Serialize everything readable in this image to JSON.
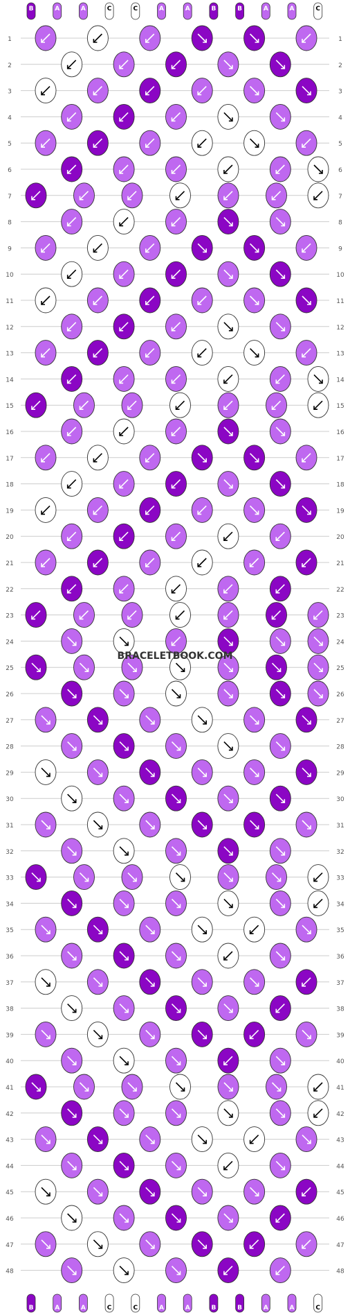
{
  "colors": {
    "A": "#bf68f0",
    "B": "#8b06c4",
    "C": "#ffffff",
    "outline": "#333333",
    "grid": "#cccccc"
  },
  "watermark": "BRACELETBOOK.COM",
  "strands_top": [
    "B",
    "A",
    "A",
    "C",
    "C",
    "A",
    "A",
    "B",
    "B",
    "A",
    "A",
    "C"
  ],
  "strands_bottom": [
    "B",
    "A",
    "A",
    "C",
    "C",
    "A",
    "A",
    "B",
    "B",
    "A",
    "A",
    "C"
  ],
  "row_numbers": [
    "1",
    "2",
    "3",
    "4",
    "5",
    "6",
    "7",
    "8",
    "9",
    "10",
    "11",
    "12",
    "13",
    "14",
    "15",
    "16",
    "17",
    "18",
    "19",
    "20",
    "21",
    "22",
    "23",
    "24",
    "25",
    "26",
    "27",
    "28",
    "29",
    "30",
    "31",
    "32",
    "33",
    "34",
    "35",
    "36",
    "37",
    "38",
    "39",
    "40",
    "41",
    "42",
    "43",
    "44",
    "45",
    "46",
    "47",
    "48"
  ],
  "knots": [
    [
      "A-sw",
      "C-sw",
      "A-sw",
      "B-se",
      "B-se",
      "A-sw"
    ],
    [
      "C-sw",
      "A-sw",
      "B-sw",
      "A-se",
      "B-se"
    ],
    [
      "C-sw",
      "A-sw",
      "B-sw",
      "A-sw",
      "A-se",
      "B-se"
    ],
    [
      "A-sw",
      "B-sw",
      "A-sw",
      "C-se",
      "A-se"
    ],
    [
      "A-sw",
      "B-sw",
      "A-sw",
      "C-sw",
      "C-se",
      "A-sw"
    ],
    [
      "B-sw",
      "A-sw",
      "A-sw",
      "C-sw",
      "A-sw",
      "C-se"
    ],
    [
      "B-sw",
      "A-sw",
      "A-sw",
      "C-sw",
      "A-sw",
      "A-sw",
      "C-sw"
    ],
    [
      "A-sw",
      "C-sw",
      "A-sw",
      "B-se",
      "A-se"
    ],
    [
      "A-sw",
      "C-sw",
      "A-sw",
      "B-se",
      "B-se",
      "A-sw"
    ],
    [
      "C-sw",
      "A-sw",
      "B-sw",
      "A-se",
      "B-se"
    ],
    [
      "C-sw",
      "A-sw",
      "B-sw",
      "A-sw",
      "A-se",
      "B-se"
    ],
    [
      "A-sw",
      "B-sw",
      "A-sw",
      "C-se",
      "A-se"
    ],
    [
      "A-sw",
      "B-sw",
      "A-sw",
      "C-sw",
      "C-se",
      "A-sw"
    ],
    [
      "B-sw",
      "A-sw",
      "A-sw",
      "C-sw",
      "A-sw",
      "C-se"
    ],
    [
      "B-sw",
      "A-sw",
      "A-sw",
      "C-sw",
      "A-sw",
      "A-sw",
      "C-sw"
    ],
    [
      "A-sw",
      "C-sw",
      "A-sw",
      "B-se",
      "A-se"
    ],
    [
      "A-sw",
      "C-sw",
      "A-sw",
      "B-se",
      "B-se",
      "A-sw"
    ],
    [
      "C-sw",
      "A-sw",
      "B-sw",
      "A-se",
      "B-se"
    ],
    [
      "C-sw",
      "A-sw",
      "B-sw",
      "A-sw",
      "A-se",
      "B-se"
    ],
    [
      "A-sw",
      "B-sw",
      "A-sw",
      "C-sw",
      "A-sw"
    ],
    [
      "A-sw",
      "B-sw",
      "A-sw",
      "C-sw",
      "A-sw",
      "B-sw"
    ],
    [
      "B-sw",
      "A-sw",
      "C-sw",
      "A-sw",
      "B-sw"
    ],
    [
      "B-sw",
      "A-sw",
      "A-sw",
      "C-sw",
      "A-sw",
      "B-sw",
      "A-sw"
    ],
    [
      "A-se",
      "C-se",
      "A-sw",
      "B-se",
      "A-se",
      "A-se"
    ],
    [
      "B-se",
      "A-se",
      "A-se",
      "C-se",
      "A-se",
      "B-se",
      "A-se"
    ],
    [
      "B-se",
      "A-se",
      "C-se",
      "A-se",
      "B-se",
      "A-se"
    ],
    [
      "A-se",
      "B-se",
      "A-se",
      "C-se",
      "A-se",
      "B-se"
    ],
    [
      "A-se",
      "B-se",
      "A-se",
      "C-se",
      "A-se"
    ],
    [
      "C-se",
      "A-se",
      "B-se",
      "A-se",
      "A-se",
      "B-se"
    ],
    [
      "C-se",
      "A-se",
      "B-se",
      "A-se",
      "B-se"
    ],
    [
      "A-se",
      "C-se",
      "A-se",
      "B-se",
      "B-se",
      "A-se"
    ],
    [
      "A-se",
      "C-se",
      "A-se",
      "B-se",
      "A-se"
    ],
    [
      "B-se",
      "A-se",
      "A-se",
      "C-se",
      "A-se",
      "A-se",
      "C-sw"
    ],
    [
      "B-se",
      "A-se",
      "A-se",
      "C-se",
      "A-se",
      "C-sw"
    ],
    [
      "A-se",
      "B-se",
      "A-se",
      "C-se",
      "C-sw",
      "A-se"
    ],
    [
      "A-se",
      "B-se",
      "A-se",
      "C-sw",
      "A-se"
    ],
    [
      "C-se",
      "A-se",
      "B-se",
      "A-se",
      "A-se",
      "B-sw"
    ],
    [
      "C-se",
      "A-se",
      "B-se",
      "A-se",
      "B-sw"
    ],
    [
      "A-se",
      "C-se",
      "A-se",
      "B-se",
      "B-sw",
      "A-se"
    ],
    [
      "A-se",
      "C-se",
      "A-se",
      "B-sw",
      "A-se"
    ],
    [
      "B-se",
      "A-se",
      "A-se",
      "C-se",
      "A-se",
      "A-se",
      "C-sw"
    ],
    [
      "B-se",
      "A-se",
      "A-se",
      "C-se",
      "A-se",
      "C-sw"
    ],
    [
      "A-se",
      "B-se",
      "A-se",
      "C-se",
      "C-sw",
      "A-se"
    ],
    [
      "A-se",
      "B-se",
      "A-se",
      "C-sw",
      "A-se"
    ],
    [
      "C-se",
      "A-se",
      "B-se",
      "A-se",
      "A-se",
      "B-sw"
    ],
    [
      "C-se",
      "A-se",
      "B-se",
      "A-se",
      "B-sw"
    ],
    [
      "A-se",
      "C-se",
      "A-se",
      "B-se",
      "B-sw",
      "A-sw"
    ],
    [
      "A-se",
      "C-se",
      "A-se",
      "B-sw",
      "A-sw"
    ]
  ]
}
